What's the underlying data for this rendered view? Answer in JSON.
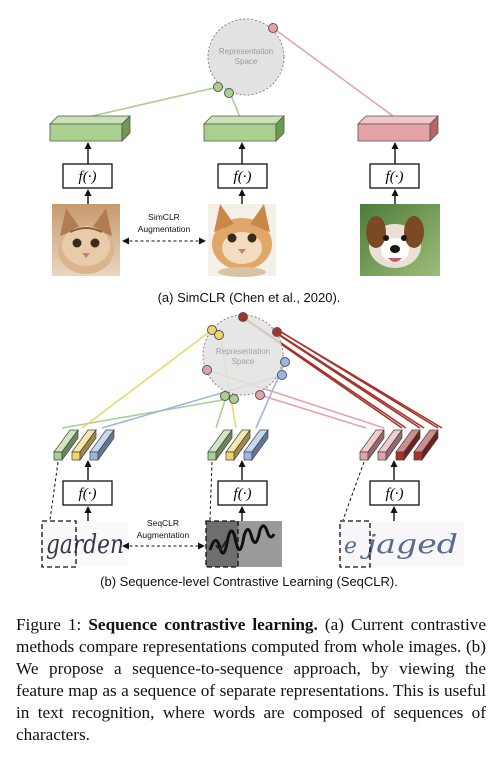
{
  "figure": {
    "representation_space_label": "Representation\nSpace",
    "function_label": "f(·)",
    "panel_a": {
      "augmentation_label": "SimCLR\nAugmentation",
      "subcaption": "(a) SimCLR (Chen et al., 2020)."
    },
    "panel_b": {
      "augmentation_label": "SeqCLR\nAugmentation",
      "subcaption": "(b) Sequence-level Contrastive Learning (SeqCLR).",
      "word_left": "garden",
      "word_right": "jaged"
    },
    "colors": {
      "green": "#a9d08e",
      "green_dark": "#6f9a4f",
      "pink": "#e6a3a7",
      "pink_dark": "#b86468",
      "yellow": "#f0d46b",
      "blue": "#9ab8e6",
      "red_dark": "#a7322c",
      "gray_circle": "#e2e2e2"
    }
  },
  "caption": {
    "prefix": "Figure 1: ",
    "title": "Sequence contrastive learning.",
    "text": " (a) Current contrastive methods compare representations computed from whole images. (b) We propose a sequence-to-sequence approach, by viewing the feature map as a sequence of separate representations. This is useful in text recognition, where words are composed of sequences of characters."
  }
}
